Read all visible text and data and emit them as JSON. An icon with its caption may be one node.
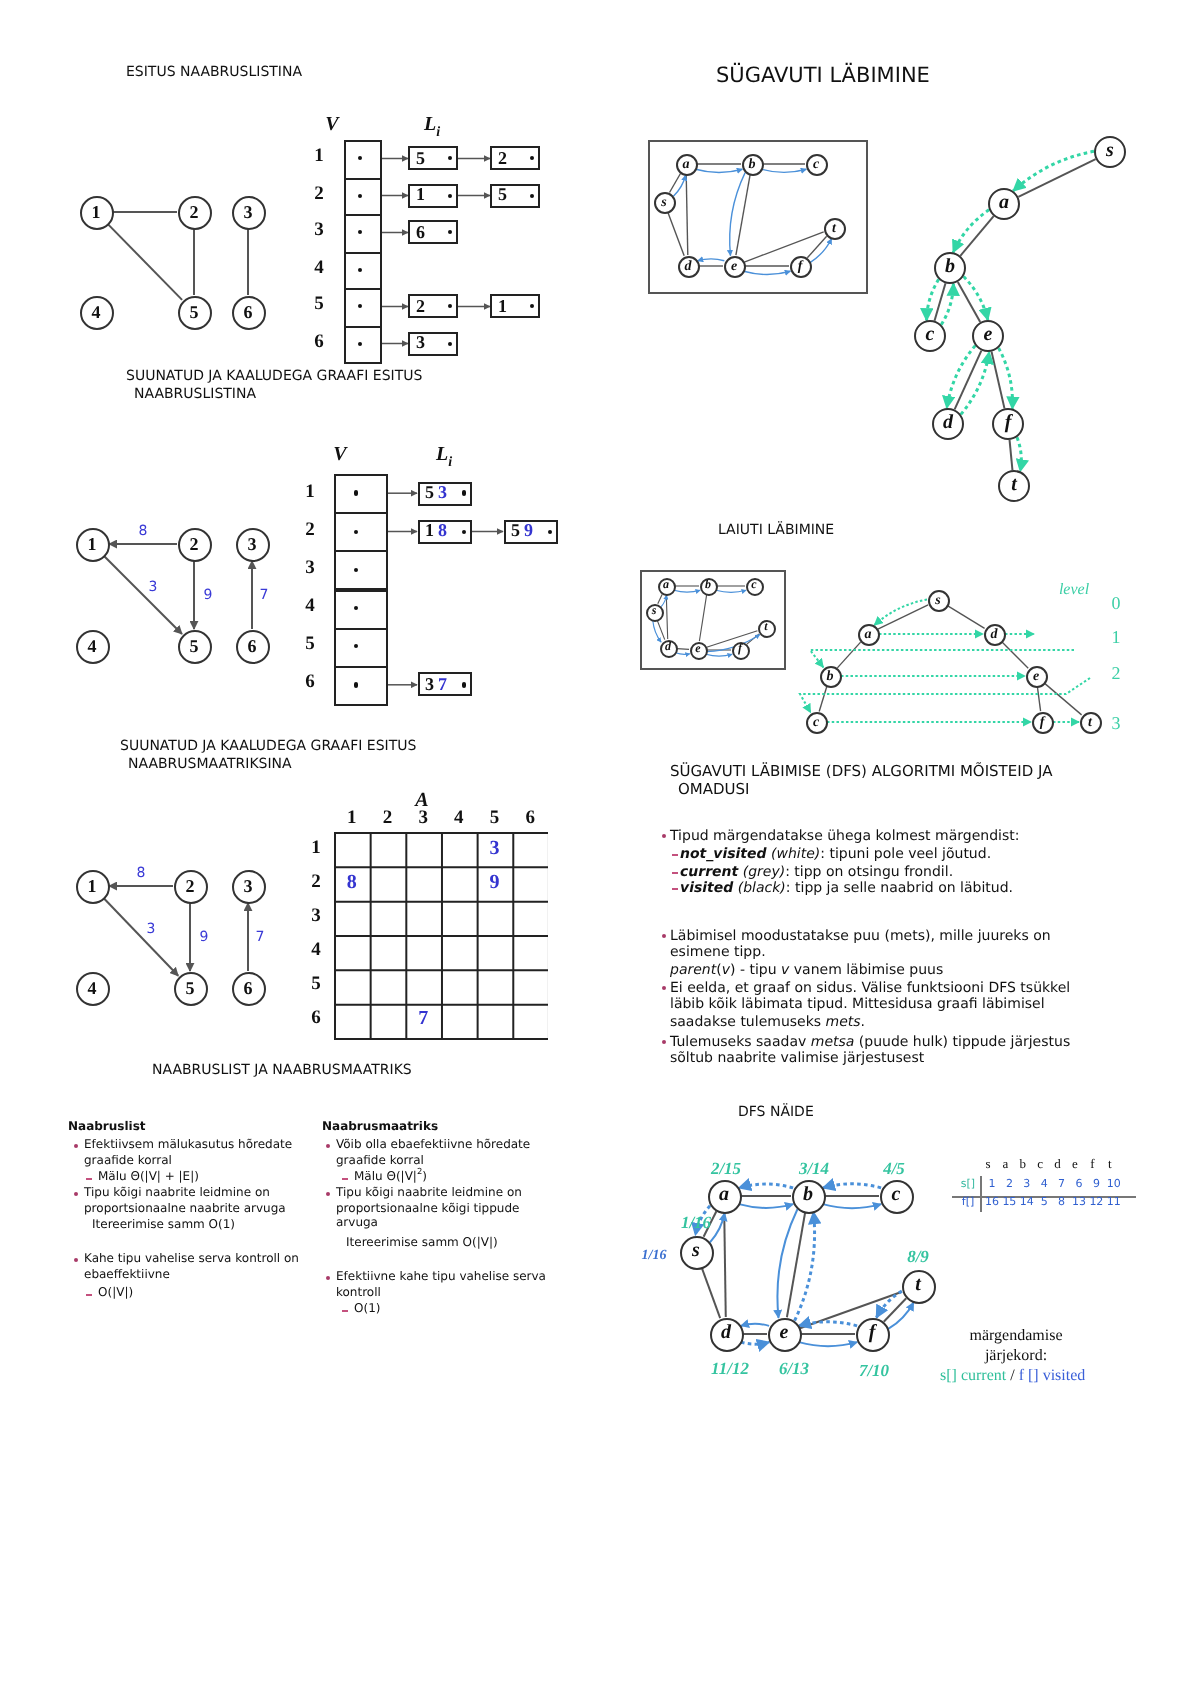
{
  "diagram": {
    "nodes": [
      {
        "text": [
          "1"
        ]
      },
      {
        "text": [
          "2"
        ]
      },
      {
        "text": [
          "3"
        ]
      },
      {
        "text": [
          "4"
        ]
      },
      {
        "text": [
          "5"
        ]
      },
      {
        "text": [
          "6"
        ]
      },
      {
        "text": [],
        "shape": "box",
        "beside": [
          "1"
        ]
      },
      {
        "text": [],
        "shape": "box",
        "beside": [
          "2"
        ]
      },
      {
        "text": [],
        "shape": "box",
        "beside": [
          "3"
        ]
      },
      {
        "text": [],
        "shape": "box",
        "beside": [
          "4"
        ]
      },
      {
        "text": [],
        "shape": "box",
        "beside": [
          "5"
        ]
      },
      {
        "text": [],
        "shape": "box",
        "beside": [
          "6"
        ]
      },
      {
        "text": [
          "5"
        ]
      },
      {
        "text": [
          "2"
        ]
      },
      {
        "text": [
          "1"
        ]
      },
      {
        "text": [
          "5"
        ]
      },
      {
        "text": [
          "6"
        ]
      },
      {
        "text": [
          "2"
        ]
      },
      {
        "text": [
          "1"
        ]
      },
      {
        "text": [
          "3"
        ]
      },
      {
        "text": [
          "1"
        ]
      },
      {
        "text": [
          "2"
        ]
      },
      {
        "text": [
          "3"
        ]
      },
      {
        "text": [
          "4"
        ]
      },
      {
        "text": [
          "5"
        ]
      },
      {
        "text": [
          "6"
        ]
      },
      {
        "text": [],
        "shape": "box",
        "beside": [
          "1"
        ]
      },
      {
        "text": [],
        "shape": "box",
        "beside": [
          "2"
        ]
      },
      {
        "text": [],
        "shape": "box",
        "beside": [
          "3"
        ]
      },
      {
        "text": [],
        "shape": "box",
        "beside": [
          "4"
        ]
      },
      {
        "text": [],
        "shape": "box",
        "beside": [
          "5"
        ]
      },
      {
        "text": [],
        "shape": "box",
        "beside": [
          "6"
        ]
      },
      {
        "text": [
          "5",
          "3"
        ]
      },
      {
        "text": [
          "1",
          "8"
        ]
      },
      {
        "text": [
          "5",
          "9"
        ]
      },
      {
        "text": [
          "3",
          "7"
        ]
      },
      {
        "text": [
          "1"
        ]
      },
      {
        "text": [
          "2"
        ]
      },
      {
        "text": [
          "3"
        ]
      },
      {
        "text": [
          "4"
        ]
      },
      {
        "text": [
          "5"
        ]
      },
      {
        "text": [
          "6"
        ]
      },
      {
        "text": [],
        "shape": "box"
      },
      {
        "text": [
          "a"
        ],
        "in": 42
      },
      {
        "text": [
          "b"
        ],
        "in": 42
      },
      {
        "text": [
          "c"
        ],
        "in": 42
      },
      {
        "text": [
          "s"
        ],
        "in": 42
      },
      {
        "text": [
          "t"
        ],
        "in": 42
      },
      {
        "text": [
          "d"
        ],
        "in": 42
      },
      {
        "text": [
          "e"
        ],
        "in": 42
      },
      {
        "text": [
          "f"
        ],
        "in": 42
      },
      {
        "text": [
          "s"
        ]
      },
      {
        "text": [
          "a"
        ]
      },
      {
        "text": [
          "b"
        ]
      },
      {
        "text": [
          "c"
        ]
      },
      {
        "text": [
          "e"
        ]
      },
      {
        "text": [
          "d"
        ]
      },
      {
        "text": [
          "f"
        ]
      },
      {
        "text": [
          "t"
        ]
      },
      {
        "text": [],
        "shape": "box"
      },
      {
        "text": [
          "a"
        ],
        "in": 59
      },
      {
        "text": [
          "b"
        ],
        "in": 59
      },
      {
        "text": [
          "c"
        ],
        "in": 59
      },
      {
        "text": [
          "s"
        ],
        "in": 59
      },
      {
        "text": [
          "t"
        ],
        "in": 59
      },
      {
        "text": [
          "d"
        ],
        "in": 59
      },
      {
        "text": [
          "e"
        ],
        "in": 59
      },
      {
        "text": [
          "f"
        ],
        "in": 59
      },
      {
        "text": [
          "s"
        ]
      },
      {
        "text": [
          "a"
        ]
      },
      {
        "text": [
          "d"
        ]
      },
      {
        "text": [
          "b"
        ]
      },
      {
        "text": [
          "e"
        ]
      },
      {
        "text": [
          "c"
        ]
      },
      {
        "text": [
          "f"
        ]
      },
      {
        "text": [
          "t"
        ]
      },
      {
        "text": [
          "a"
        ],
        "beside": [
          "2/15"
        ]
      },
      {
        "text": [
          "b"
        ],
        "beside": [
          "3/14"
        ]
      },
      {
        "text": [
          "c"
        ],
        "beside": [
          "4/5"
        ]
      },
      {
        "text": [
          "s"
        ],
        "beside": [
          "1/16",
          "1/16"
        ]
      },
      {
        "text": [
          "t"
        ],
        "beside": [
          "8/9"
        ]
      },
      {
        "text": [
          "d"
        ],
        "beside": [
          "11/12"
        ]
      },
      {
        "text": [
          "e"
        ],
        "beside": [
          "6/13"
        ]
      },
      {
        "text": [
          "f"
        ],
        "beside": [
          "7/10"
        ]
      }
    ],
    "edges": [
      {
        "from": 0,
        "to": 1,
        "arrow": "none"
      },
      {
        "from": 0,
        "to": 4,
        "arrow": "none"
      },
      {
        "from": 1,
        "to": 4,
        "arrow": "none"
      },
      {
        "from": 2,
        "to": 5,
        "arrow": "none"
      },
      {
        "from": 6,
        "to": 12,
        "arrow": "to"
      },
      {
        "from": 12,
        "to": 13,
        "arrow": "to"
      },
      {
        "from": 7,
        "to": 14,
        "arrow": "to"
      },
      {
        "from": 14,
        "to": 15,
        "arrow": "to"
      },
      {
        "from": 8,
        "to": 16,
        "arrow": "to"
      },
      {
        "from": 10,
        "to": 17,
        "arrow": "to"
      },
      {
        "from": 17,
        "to": 18,
        "arrow": "to"
      },
      {
        "from": 11,
        "to": 19,
        "arrow": "to"
      },
      {
        "from": 21,
        "to": 20,
        "arrow": "to",
        "label": "8"
      },
      {
        "from": 20,
        "to": 24,
        "arrow": "to",
        "label": "3"
      },
      {
        "from": 21,
        "to": 24,
        "arrow": "to",
        "label": "9"
      },
      {
        "from": 25,
        "to": 22,
        "arrow": "to",
        "label": "7"
      },
      {
        "from": 26,
        "to": 32,
        "arrow": "to"
      },
      {
        "from": 27,
        "to": 33,
        "arrow": "to"
      },
      {
        "from": 33,
        "to": 34,
        "arrow": "to"
      },
      {
        "from": 31,
        "to": 35,
        "arrow": "to"
      },
      {
        "from": 37,
        "to": 36,
        "arrow": "to",
        "label": "8"
      },
      {
        "from": 36,
        "to": 40,
        "arrow": "to",
        "label": "3"
      },
      {
        "from": 37,
        "to": 40,
        "arrow": "to",
        "label": "9"
      },
      {
        "from": 41,
        "to": 38,
        "arrow": "to",
        "label": "7"
      },
      {
        "from": 46,
        "to": 43,
        "arrow": "none"
      },
      {
        "from": 43,
        "to": 44,
        "arrow": "none"
      },
      {
        "from": 44,
        "to": 45,
        "arrow": "none"
      },
      {
        "from": 43,
        "to": 48,
        "arrow": "none"
      },
      {
        "from": 46,
        "to": 48,
        "arrow": "none"
      },
      {
        "from": 48,
        "to": 49,
        "arrow": "none"
      },
      {
        "from": 44,
        "to": 49,
        "arrow": "none"
      },
      {
        "from": 49,
        "to": 50,
        "arrow": "none"
      },
      {
        "from": 49,
        "to": 47,
        "arrow": "none"
      },
      {
        "from": 50,
        "to": 47,
        "arrow": "none"
      },
      {
        "from": 46,
        "to": 43,
        "arrow": "to",
        "color": "#4a90d9"
      },
      {
        "from": 43,
        "to": 44,
        "arrow": "to",
        "color": "#4a90d9"
      },
      {
        "from": 44,
        "to": 45,
        "arrow": "to",
        "color": "#4a90d9"
      },
      {
        "from": 44,
        "to": 49,
        "arrow": "to",
        "color": "#4a90d9"
      },
      {
        "from": 49,
        "to": 48,
        "arrow": "to",
        "color": "#4a90d9"
      },
      {
        "from": 49,
        "to": 50,
        "arrow": "to",
        "color": "#4a90d9"
      },
      {
        "from": 50,
        "to": 47,
        "arrow": "to",
        "color": "#4a90d9"
      },
      {
        "from": 51,
        "to": 52,
        "arrow": "none"
      },
      {
        "from": 52,
        "to": 53,
        "arrow": "none"
      },
      {
        "from": 53,
        "to": 54,
        "arrow": "none"
      },
      {
        "from": 53,
        "to": 55,
        "arrow": "none"
      },
      {
        "from": 55,
        "to": 56,
        "arrow": "none"
      },
      {
        "from": 55,
        "to": 57,
        "arrow": "none"
      },
      {
        "from": 57,
        "to": 58,
        "arrow": "none"
      },
      {
        "from": 51,
        "to": 52,
        "arrow": "to",
        "style": "dashed",
        "color": "#33d6a6"
      },
      {
        "from": 52,
        "to": 53,
        "arrow": "to",
        "style": "dashed",
        "color": "#33d6a6"
      },
      {
        "from": 53,
        "to": 54,
        "arrow": "to",
        "style": "dashed",
        "color": "#33d6a6"
      },
      {
        "from": 54,
        "to": 53,
        "arrow": "to",
        "style": "dashed",
        "color": "#33d6a6"
      },
      {
        "from": 53,
        "to": 55,
        "arrow": "to",
        "style": "dashed",
        "color": "#33d6a6"
      },
      {
        "from": 55,
        "to": 56,
        "arrow": "to",
        "style": "dashed",
        "color": "#33d6a6"
      },
      {
        "from": 56,
        "to": 55,
        "arrow": "to",
        "style": "dashed",
        "color": "#33d6a6"
      },
      {
        "from": 55,
        "to": 57,
        "arrow": "to",
        "style": "dashed",
        "color": "#33d6a6"
      },
      {
        "from": 57,
        "to": 58,
        "arrow": "to",
        "style": "dashed",
        "color": "#33d6a6"
      },
      {
        "from": 63,
        "to": 60,
        "arrow": "none"
      },
      {
        "from": 60,
        "to": 61,
        "arrow": "none"
      },
      {
        "from": 61,
        "to": 62,
        "arrow": "none"
      },
      {
        "from": 60,
        "to": 65,
        "arrow": "none"
      },
      {
        "from": 63,
        "to": 65,
        "arrow": "none"
      },
      {
        "from": 65,
        "to": 66,
        "arrow": "none"
      },
      {
        "from": 61,
        "to": 66,
        "arrow": "none"
      },
      {
        "from": 66,
        "to": 67,
        "arrow": "none"
      },
      {
        "from": 66,
        "to": 64,
        "arrow": "none"
      },
      {
        "from": 67,
        "to": 64,
        "arrow": "none"
      },
      {
        "from": 63,
        "to": 60,
        "arrow": "to",
        "color": "#4a90d9"
      },
      {
        "from": 60,
        "to": 61,
        "arrow": "to",
        "color": "#4a90d9"
      },
      {
        "from": 61,
        "to": 62,
        "arrow": "to",
        "color": "#4a90d9"
      },
      {
        "from": 63,
        "to": 65,
        "arrow": "to",
        "color": "#4a90d9"
      },
      {
        "from": 65,
        "to": 66,
        "arrow": "to",
        "color": "#4a90d9"
      },
      {
        "from": 66,
        "to": 64,
        "arrow": "to",
        "color": "#4a90d9"
      },
      {
        "from": 66,
        "to": 67,
        "arrow": "to",
        "color": "#4a90d9"
      },
      {
        "from": 68,
        "to": 69,
        "arrow": "none"
      },
      {
        "from": 68,
        "to": 70,
        "arrow": "none"
      },
      {
        "from": 69,
        "to": 71,
        "arrow": "none"
      },
      {
        "from": 70,
        "to": 72,
        "arrow": "none"
      },
      {
        "from": 71,
        "to": 73,
        "arrow": "none"
      },
      {
        "from": 72,
        "to": 74,
        "arrow": "none"
      },
      {
        "from": 72,
        "to": 75,
        "arrow": "none"
      },
      {
        "from": 68,
        "to": 69,
        "arrow": "to",
        "style": "dashed",
        "color": "#33d6a6"
      },
      {
        "from": 69,
        "to": 70,
        "arrow": "to",
        "style": "dashed",
        "color": "#33d6a6"
      },
      {
        "from": 70,
        "to": null,
        "arrow": "to",
        "style": "dashed",
        "color": "#33d6a6"
      },
      {
        "from": null,
        "to": 71,
        "arrow": "to",
        "style": "dashed",
        "color": "#33d6a6"
      },
      {
        "from": 71,
        "to": 72,
        "arrow": "to",
        "style": "dashed",
        "color": "#33d6a6"
      },
      {
        "from": null,
        "to": 73,
        "arrow": "to",
        "style": "dashed",
        "color": "#33d6a6"
      },
      {
        "from": 73,
        "to": 74,
        "arrow": "to",
        "style": "dashed",
        "color": "#33d6a6"
      },
      {
        "from": 74,
        "to": 75,
        "arrow": "to",
        "style": "dashed",
        "color": "#33d6a6"
      },
      {
        "from": 79,
        "to": 76,
        "arrow": "none"
      },
      {
        "from": 76,
        "to": 77,
        "arrow": "none"
      },
      {
        "from": 77,
        "to": 78,
        "arrow": "none"
      },
      {
        "from": 76,
        "to": 81,
        "arrow": "none"
      },
      {
        "from": 79,
        "to": 81,
        "arrow": "none"
      },
      {
        "from": 81,
        "to": 82,
        "arrow": "none"
      },
      {
        "from": 77,
        "to": 82,
        "arrow": "none"
      },
      {
        "from": 82,
        "to": 83,
        "arrow": "none"
      },
      {
        "from": 82,
        "to": 80,
        "arrow": "none"
      },
      {
        "from": 83,
        "to": 80,
        "arrow": "none"
      },
      {
        "from": 79,
        "to": 76,
        "arrow": "to",
        "color": "#4a90d9"
      },
      {
        "from": 76,
        "to": 77,
        "arrow": "to",
        "color": "#4a90d9"
      },
      {
        "from": 77,
        "to": 78,
        "arrow": "to",
        "color": "#4a90d9"
      },
      {
        "from": 78,
        "to": 77,
        "arrow": "to",
        "style": "dashed",
        "color": "#4a90d9"
      },
      {
        "from": 77,
        "to": 82,
        "arrow": "to",
        "color": "#4a90d9"
      },
      {
        "from": 82,
        "to": 81,
        "arrow": "to",
        "color": "#4a90d9"
      },
      {
        "from": 81,
        "to": 82,
        "arrow": "to",
        "style": "dashed",
        "color": "#4a90d9"
      },
      {
        "from": 82,
        "to": 83,
        "arrow": "to",
        "color": "#4a90d9"
      },
      {
        "from": 83,
        "to": 80,
        "arrow": "to",
        "color": "#4a90d9"
      },
      {
        "from": 80,
        "to": 83,
        "arrow": "to",
        "style": "dashed",
        "color": "#4a90d9"
      },
      {
        "from": 83,
        "to": 82,
        "arrow": "to",
        "style": "dashed",
        "color": "#4a90d9"
      },
      {
        "from": 82,
        "to": 77,
        "arrow": "to",
        "style": "dashed",
        "color": "#4a90d9"
      },
      {
        "from": 77,
        "to": 76,
        "arrow": "to",
        "style": "dashed",
        "color": "#4a90d9"
      },
      {
        "from": 76,
        "to": 79,
        "arrow": "to",
        "style": "dashed",
        "color": "#4a90d9"
      }
    ],
    "labels": [
      "ESITUS NAABRUSLISTINA",
      "V",
      "L$_{i}$",
      "SUUNATUD JA KAALUDEGA GRAAFI ESITUS NAABRUSLISTINA",
      "V",
      "L$_{i}$",
      "SUUNATUD JA KAALUDEGA GRAAFI ESITUS NAABRUSMAATRIKSINA",
      "A",
      "1",
      "2",
      "3",
      "4",
      "5",
      "6",
      "1",
      "3",
      "2",
      "8",
      "9",
      "3",
      "4",
      "5",
      "6",
      "7",
      "NAABRUSLIST JA NAABRUSMAATRIKS",
      "Naabruslist",
      "Efektiivsem mälukasutus hõredate graafide korral",
      "Mälu Θ(|V| + |E|)",
      "Tipu kõigi naabrite leidmine on proportsionaalne naabrite arvuga",
      "Itereerimise samm O(1)",
      "Kahe tipu vahelise serva kontroll on ebaeffektiivne",
      "O(|V|)",
      "Naabrusmaatriks",
      "Võib olla ebaefektiivne hõredate graafide korral",
      "Mälu Θ(|V|$^{2}$)",
      "Tipu kõigi naabrite leidmine on proportsionaalne kõigi tippude arvuga",
      "Itereerimise samm O(|V|)",
      "Efektiivne kahe tipu vahelise serva kontroll",
      "O(1)",
      "SÜGAVUTI LÄBIMINE",
      "LAIUTI LÄBIMINE",
      "level",
      "0",
      "1",
      "2",
      "3",
      "SÜGAVUTI LÄBIMISE (DFS) ALGORITMI MÕISTEID JA OMADUSI",
      "Tipud märgendatakse ühega kolmest märgendist:",
      "**not_visited** *(white)*: tipuni pole veel jõutud.",
      "**current** *(grey)*: tipp on otsingu frondil.",
      "**visited** *(black)*: tipp ja selle naabrid on läbitud.",
      "Läbimisel moodustatakse puu (mets), mille juureks on esimene tipp.",
      "*parent*(*v*) - tipu *v* vanem läbimise puus",
      "Ei eelda, et graaf on sidus. Välise funktsiooni DFS tsükkel läbib kõik läbimata tipud. Mittesidusa graafi läbimisel saadakse tulemuseks *mets*.",
      "Tulemuseks saadav *metsa* (puude hulk) tippude järjestus sõltub naabrite valimise järjestusest",
      "DFS NÄIDE",
      "s",
      "a",
      "b",
      "c",
      "d",
      "e",
      "f",
      "t",
      "s[]",
      "1",
      "2",
      "3",
      "4",
      "7",
      "6",
      "9",
      "10",
      "f[]",
      "16",
      "15",
      "14",
      "5",
      "8",
      "13",
      "12",
      "11",
      "märgendamise järjekord:",
      "s[] current",
      "/",
      "f [] visited"
    ]
  }
}
